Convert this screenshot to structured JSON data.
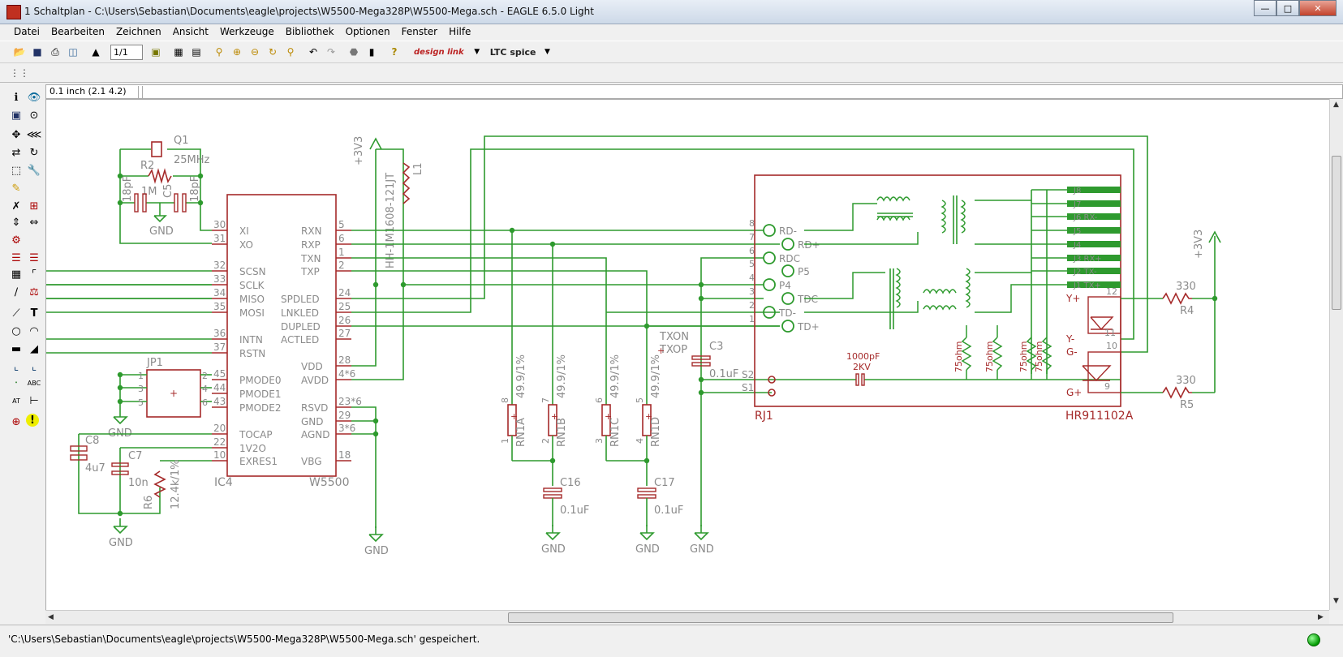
{
  "window": {
    "title": "1 Schaltplan - C:\\Users\\Sebastian\\Documents\\eagle\\projects\\W5500-Mega328P\\W5500-Mega.sch - EAGLE 6.5.0 Light",
    "controls": [
      "minimize",
      "maximize",
      "close"
    ]
  },
  "menu": [
    "Datei",
    "Bearbeiten",
    "Zeichnen",
    "Ansicht",
    "Werkzeuge",
    "Bibliothek",
    "Optionen",
    "Fenster",
    "Hilfe"
  ],
  "toolbar": {
    "sheet_select": "1/1",
    "brand_designlink": "design link",
    "brand_ltc": "LTC spice"
  },
  "coordinate": "0.1 inch (2.1 4.2)",
  "status": "'C:\\Users\\Sebastian\\Documents\\eagle\\projects\\W5500-Mega328P\\W5500-Mega.sch' gespeichert.",
  "colors": {
    "net": "#2e9a2e",
    "symbol": "#a52a2a",
    "label_grey": "#8a8a8a",
    "canvas": "#ffffff"
  },
  "schematic": {
    "ic4": {
      "name": "IC4",
      "value": "W5500",
      "left_pins": [
        {
          "num": "30",
          "name": "XI"
        },
        {
          "num": "31",
          "name": "XO"
        },
        {
          "num": "32",
          "name": "SCSN"
        },
        {
          "num": "33",
          "name": "SCLK"
        },
        {
          "num": "34",
          "name": "MISO"
        },
        {
          "num": "35",
          "name": "MOSI"
        },
        {
          "num": "36",
          "name": "INTN"
        },
        {
          "num": "37",
          "name": "RSTN"
        },
        {
          "num": "45",
          "name": "PMODE0"
        },
        {
          "num": "44",
          "name": "PMODE1"
        },
        {
          "num": "43",
          "name": "PMODE2"
        },
        {
          "num": "20",
          "name": "TOCAP"
        },
        {
          "num": "22",
          "name": "1V2O"
        },
        {
          "num": "10",
          "name": "EXRES1"
        }
      ],
      "right_pins": [
        {
          "num": "5",
          "name": "RXN"
        },
        {
          "num": "6",
          "name": "RXP"
        },
        {
          "num": "1",
          "name": "TXN"
        },
        {
          "num": "2",
          "name": "TXP"
        },
        {
          "num": "24",
          "name": "SPDLED"
        },
        {
          "num": "25",
          "name": "LNKLED"
        },
        {
          "num": "26",
          "name": "DUPLED"
        },
        {
          "num": "27",
          "name": "ACTLED"
        },
        {
          "num": "28",
          "name": "VDD"
        },
        {
          "num": "4*6",
          "name": "AVDD"
        },
        {
          "num": "23*6",
          "name": "RSVD"
        },
        {
          "num": "29",
          "name": "GND"
        },
        {
          "num": "3*6",
          "name": "AGND"
        },
        {
          "num": "18",
          "name": "VBG"
        }
      ]
    },
    "crystal": {
      "name": "Q1",
      "value": "25MHz"
    },
    "r2": {
      "name": "R2",
      "value": "1M"
    },
    "c_left": "18pF",
    "c_right": "18pF",
    "c_mid": "C5",
    "jp1": "JP1",
    "jp_pins": [
      "1",
      "3",
      "5",
      "2",
      "4",
      "6"
    ],
    "c8": {
      "name": "C8",
      "value": "4u7"
    },
    "c7": {
      "name": "C7",
      "value": "10n"
    },
    "r6": {
      "name": "R6",
      "value": "12.4k/1%"
    },
    "l1": {
      "name": "L1",
      "value": "HH-1M1608-121JT"
    },
    "supply": "+3V3",
    "gnd": "GND",
    "rn1": [
      {
        "name": "RN1A",
        "value": "49.9/1%",
        "pin_top": "8",
        "pin_bot": "1"
      },
      {
        "name": "RN1B",
        "value": "49.9/1%",
        "pin_top": "7",
        "pin_bot": "2"
      },
      {
        "name": "RN1C",
        "value": "49.9/1%",
        "pin_top": "6",
        "pin_bot": "3"
      },
      {
        "name": "RN1D",
        "value": "49.9/1%",
        "pin_top": "5",
        "pin_bot": "4"
      }
    ],
    "c16": {
      "name": "C16",
      "value": "0.1uF"
    },
    "c17": {
      "name": "C17",
      "value": "0.1uF"
    },
    "c3": {
      "name": "C3",
      "value": "0.1uF"
    },
    "txon": "TXON",
    "txop": "TXOP",
    "rj1": {
      "name": "RJ1",
      "value": "HR911102A",
      "left_pins": [
        {
          "num": "8",
          "name": "RD-"
        },
        {
          "num": "7",
          "name": "RD+"
        },
        {
          "num": "6",
          "name": "RDC"
        },
        {
          "num": "5",
          "name": "P5"
        },
        {
          "num": "4",
          "name": "P4"
        },
        {
          "num": "3",
          "name": "TDC"
        },
        {
          "num": "2",
          "name": "TD-"
        },
        {
          "num": "1",
          "name": "TD+"
        }
      ],
      "shield": [
        "S2",
        "S1"
      ],
      "jack_pins": [
        "J8",
        "J7",
        "J6 RX-",
        "J5",
        "J4",
        "J3 RX+",
        "J2 TX-",
        "J1 TX+"
      ],
      "led_pins": [
        {
          "num": "12",
          "name": "Y+"
        },
        {
          "num": "11",
          "name": "Y-"
        },
        {
          "num": "10",
          "name": "G-"
        },
        {
          "num": "9",
          "name": "G+"
        }
      ],
      "cap": "1000pF",
      "cap_v": "2KV",
      "term": "75ohm"
    },
    "r4": {
      "name": "R4",
      "value": "330"
    },
    "r5": {
      "name": "R5",
      "value": "330"
    }
  }
}
